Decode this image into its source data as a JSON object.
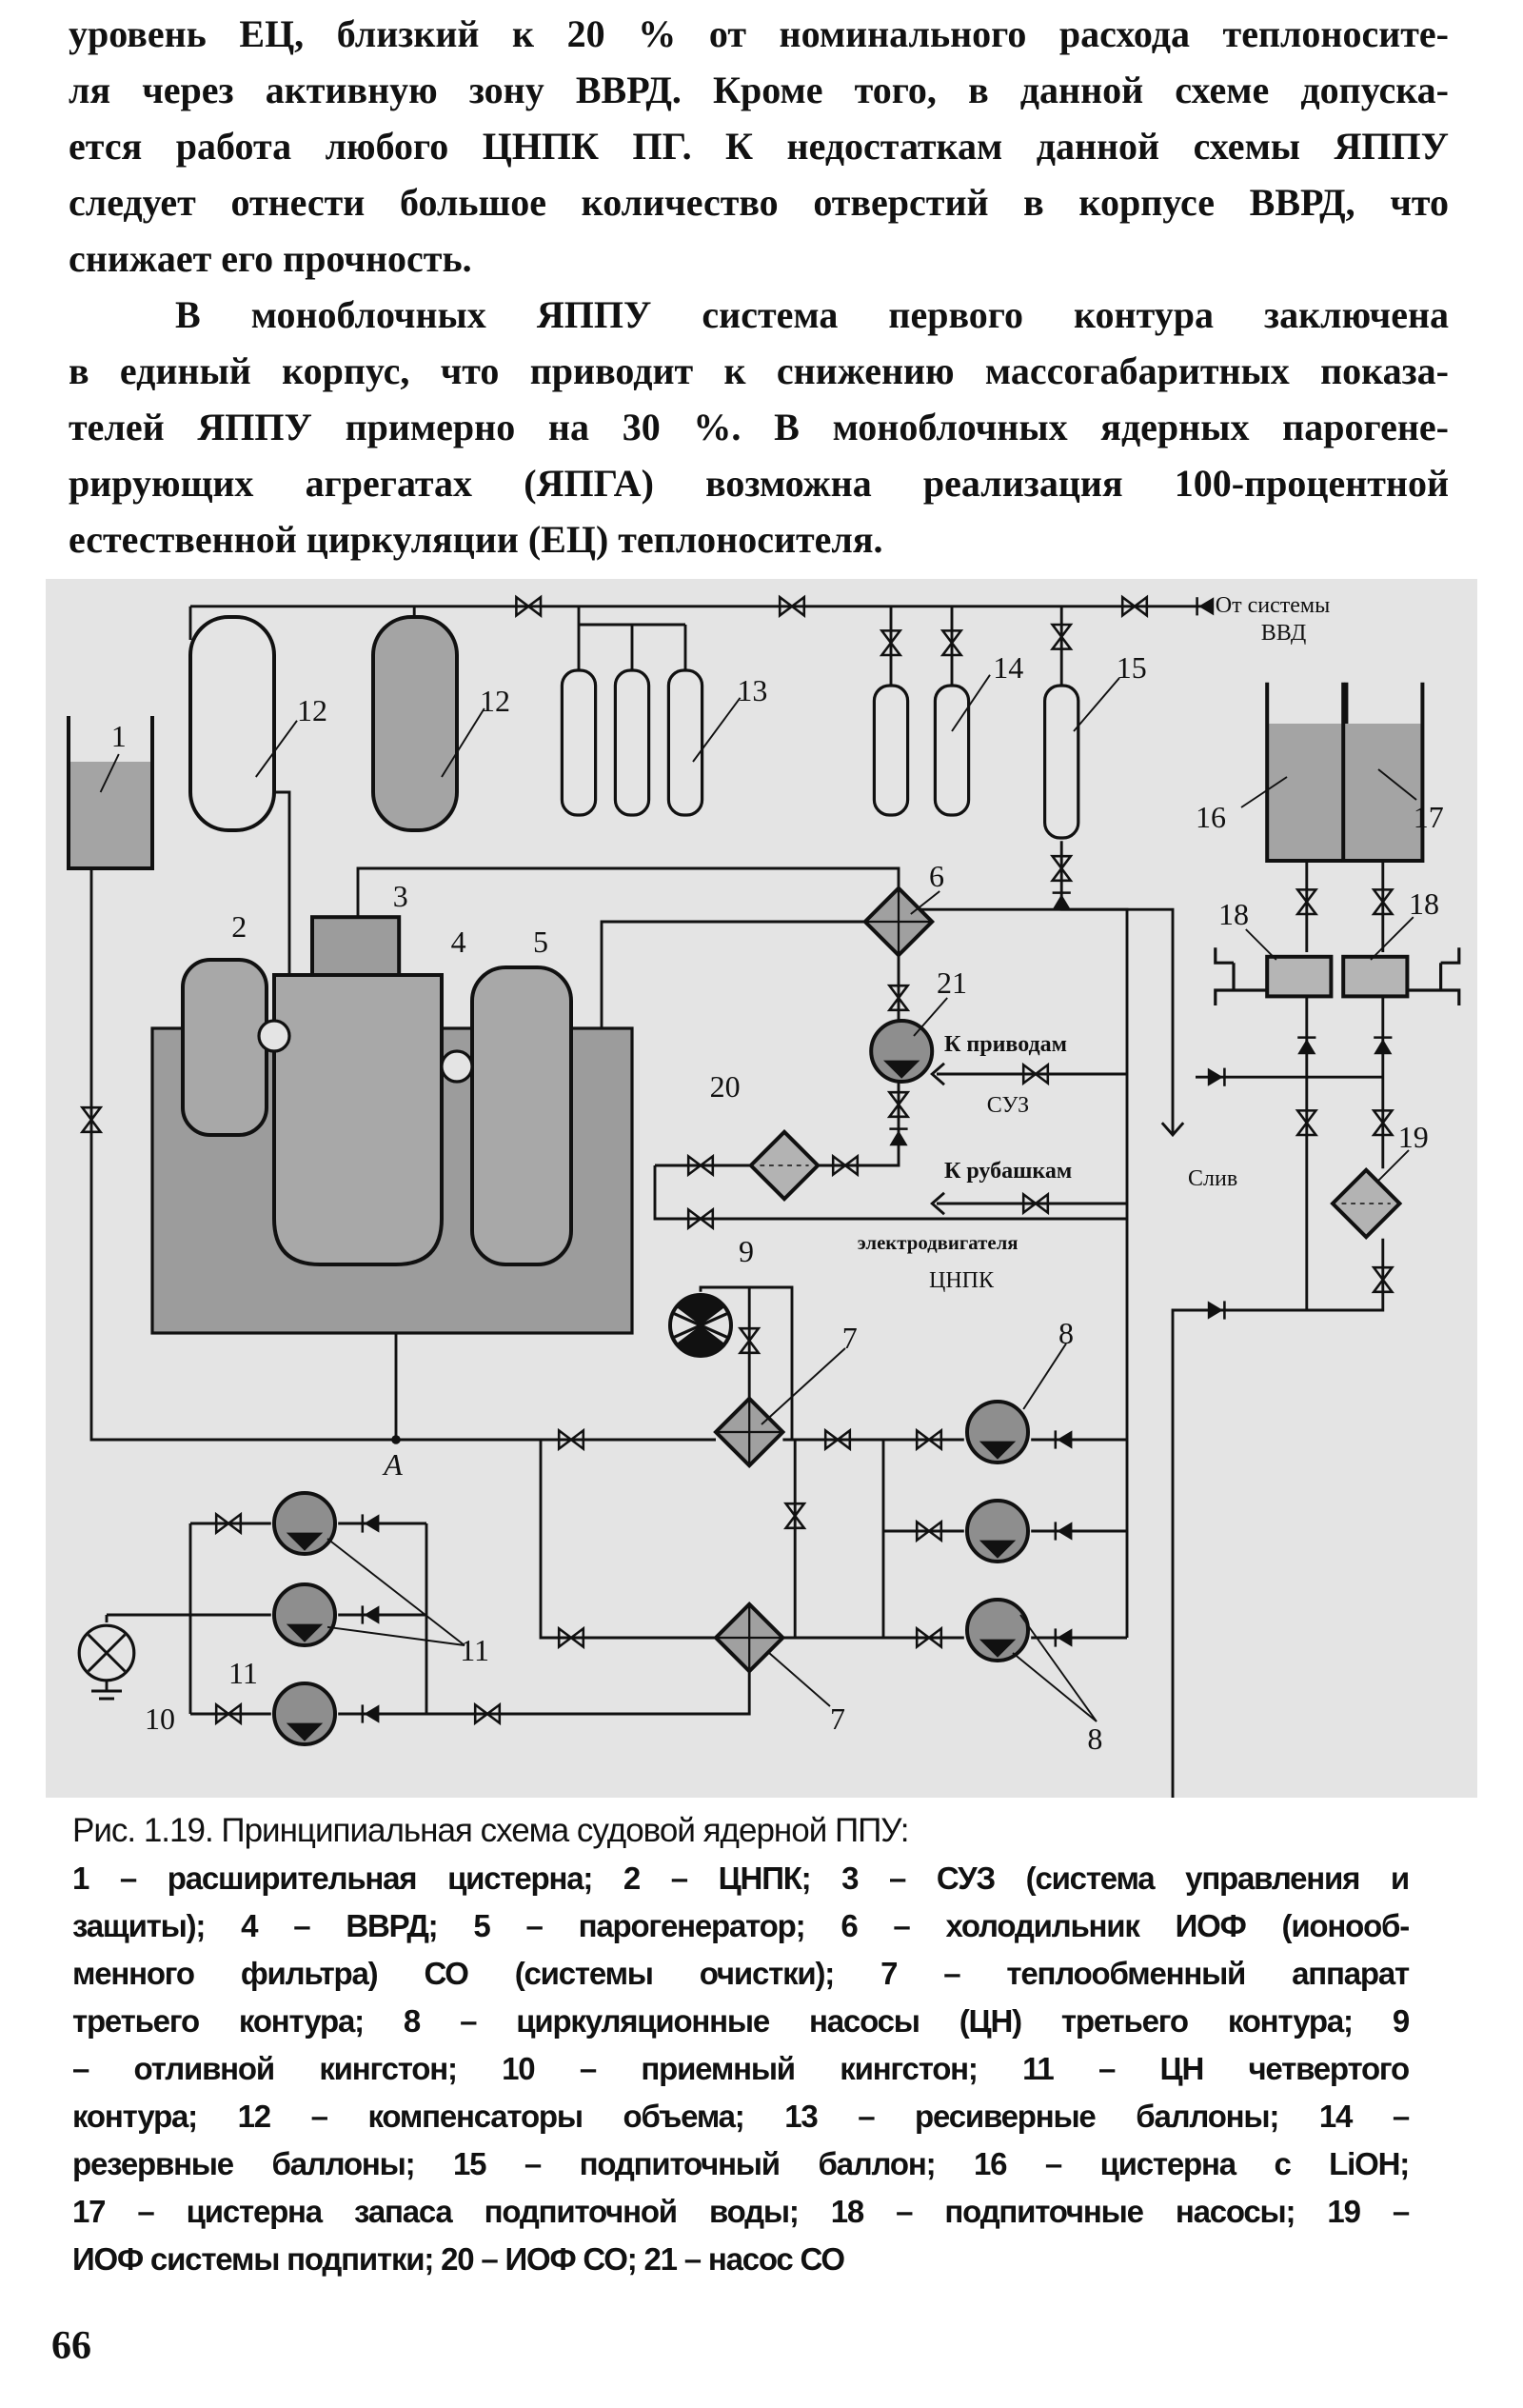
{
  "body": {
    "lines": [
      "уровень ЕЦ, близкий к 20 % от номинального расхода теплоносите-",
      "ля через активную зону ВВРД. Кроме того, в данной схеме допуска-",
      "ется работа любого ЦНПК ПГ. К недостаткам данной схемы ЯППУ",
      "следует отнести большое количество отверстий в корпусе ВВРД, что",
      "снижает его прочность.",
      "В моноблочных ЯППУ система первого контура заключена",
      "в единый корпус, что приводит к снижению массогабаритных показа-",
      "телей ЯППУ примерно на 30 %. В моноблочных ядерных парогене-",
      "рирующих агрегатах (ЯПГА) возможна реализация 100-процентной",
      "естественной циркуляции (ЕЦ) теплоносителя."
    ]
  },
  "figure": {
    "labels": {
      "n1": "1",
      "n2": "2",
      "n3": "3",
      "n4": "4",
      "n5": "5",
      "n6": "6",
      "n7a": "7",
      "n7b": "7",
      "n8a": "8",
      "n8b": "8",
      "n9": "9",
      "n10": "10",
      "n11a": "11",
      "n11b": "11",
      "n12a": "12",
      "n12b": "12",
      "n13": "13",
      "n14": "14",
      "n15": "15",
      "n16": "16",
      "n17": "17",
      "n18a": "18",
      "n18b": "18",
      "n19": "19",
      "n20": "20",
      "n21": "21",
      "pointA": "А"
    },
    "annotations": {
      "from_system": "От системы",
      "vvd": "ВВД",
      "to_drives": "К приводам",
      "suz": "СУЗ",
      "to_jackets": "К рубашкам",
      "drain": "Слив",
      "motor": "электродвигателя",
      "cnpk": "ЦНПК"
    },
    "colors": {
      "background": "#e4e4e4",
      "fill": "#9a9a9a",
      "line": "#111111"
    }
  },
  "caption": {
    "title": "Рис. 1.19. Принципиальная схема судовой ядерной ППУ:",
    "lines": [
      "1 – расширительная цистерна; 2 – ЦНПК; 3 – СУЗ (система управления и",
      "защиты); 4 – ВВРД; 5 – парогенератор; 6 – холодильник ИОФ (ионооб-",
      "менного фильтра) СО (системы очистки); 7 – теплообменный аппарат",
      "третьего контура; 8 – циркуляционные насосы (ЦН) третьего контура; 9",
      "– отливной кингстон; 10 – приемный кингстон; 11 – ЦН четвертого",
      "контура; 12 – компенсаторы объема; 13 – ресиверные баллоны; 14 –",
      "резервные баллоны; 15 – подпиточный баллон; 16 – цистерна с LiOH;",
      "17 – цистерна запаса подпиточной воды; 18 – подпиточные насосы; 19 –",
      "ИОФ системы подпитки; 20 – ИОФ СО; 21 – насос СО"
    ]
  },
  "page_number": "66"
}
